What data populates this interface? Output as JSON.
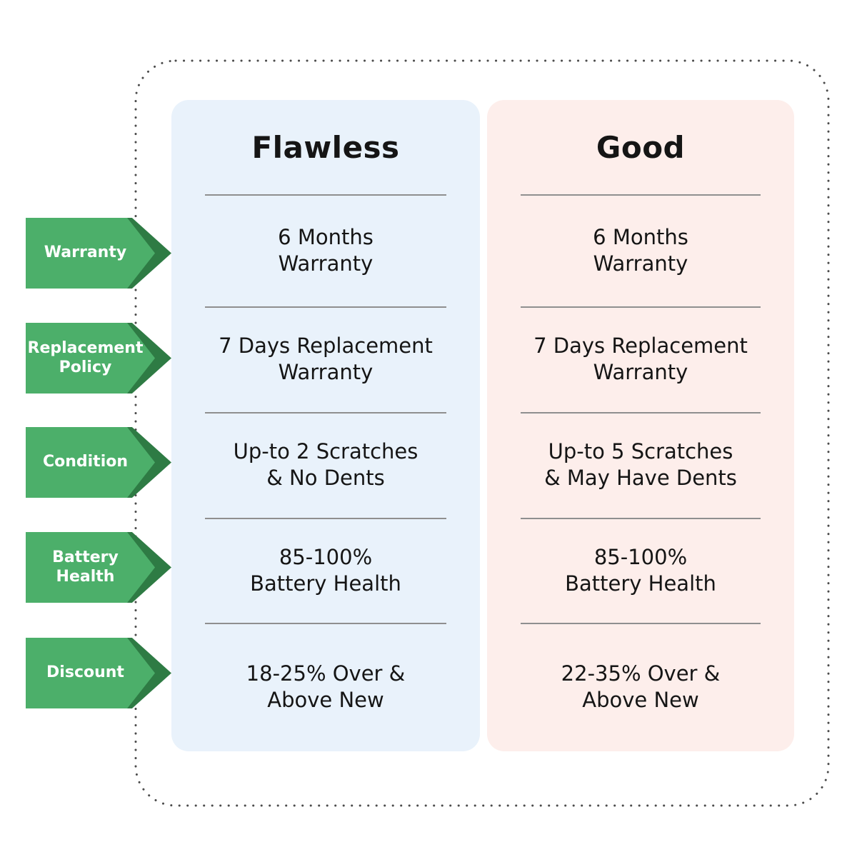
{
  "colors": {
    "green": "#4caf6a",
    "green_dark": "#2e7b44",
    "flawless_bg": "#e9f2fb",
    "good_bg": "#fdeeeb",
    "divider": "#8f8f8f",
    "dot_border": "#4b4b4b",
    "text": "#151515",
    "label_text": "#ffffff"
  },
  "chart_data": {
    "type": "table",
    "row_headers": [
      "Warranty",
      "Replacement Policy",
      "Condition",
      "Battery Health",
      "Discount"
    ],
    "columns": [
      {
        "title": "Flawless",
        "values": [
          "6 Months Warranty",
          "7 Days Replacement Warranty",
          "Up-to 2 Scratches & No Dents",
          "85-100% Battery Health",
          "18-25% Over & Above New"
        ]
      },
      {
        "title": "Good",
        "values": [
          "6 Months Warranty",
          "7 Days Replacement Warranty",
          "Up-to 5 Scratches & May Have Dents",
          "85-100% Battery Health",
          "22-35% Over & Above New"
        ]
      }
    ]
  },
  "display": {
    "row_labels": [
      "Warranty",
      "Replacement\nPolicy",
      "Condition",
      "Battery\nHealth",
      "Discount"
    ],
    "flawless": {
      "title": "Flawless",
      "cells": [
        "6 Months\nWarranty",
        "7 Days Replacement\nWarranty",
        "Up-to 2 Scratches\n& No Dents",
        "85-100%\nBattery Health",
        "18-25% Over &\nAbove New"
      ]
    },
    "good": {
      "title": "Good",
      "cells": [
        "6 Months\nWarranty",
        "7 Days Replacement\nWarranty",
        "Up-to 5 Scratches\n& May Have Dents",
        "85-100%\nBattery Health",
        "22-35% Over &\nAbove New"
      ]
    }
  }
}
